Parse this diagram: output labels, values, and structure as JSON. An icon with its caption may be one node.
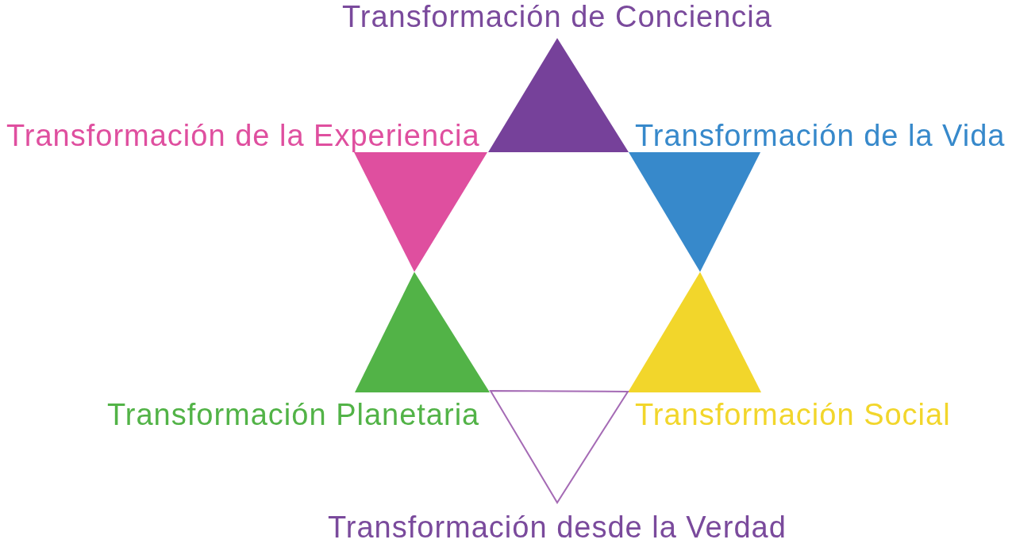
{
  "diagram": {
    "nodes": [
      {
        "text": [
          "Transformación de Conciencia"
        ]
      },
      {
        "text": [
          "Transformación de la Experiencia"
        ]
      },
      {
        "text": [
          "Transformación de la Vida"
        ]
      },
      {
        "text": [
          "Transformación Planetaria"
        ]
      },
      {
        "text": [
          "Transformación Social"
        ]
      },
      {
        "text": [
          "Transformación desde la Verdad"
        ]
      }
    ]
  }
}
